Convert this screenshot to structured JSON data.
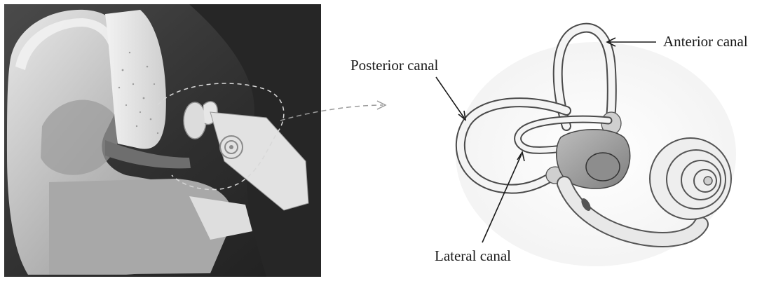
{
  "figure": {
    "labels": {
      "posterior": "Posterior canal",
      "anterior": "Anterior canal",
      "lateral": "Lateral canal"
    },
    "colors": {
      "background": "#ffffff",
      "photo_dark": "#3a3a3a",
      "tissue_light": "#d9d9d9",
      "ink": "#1a1a1a"
    }
  }
}
